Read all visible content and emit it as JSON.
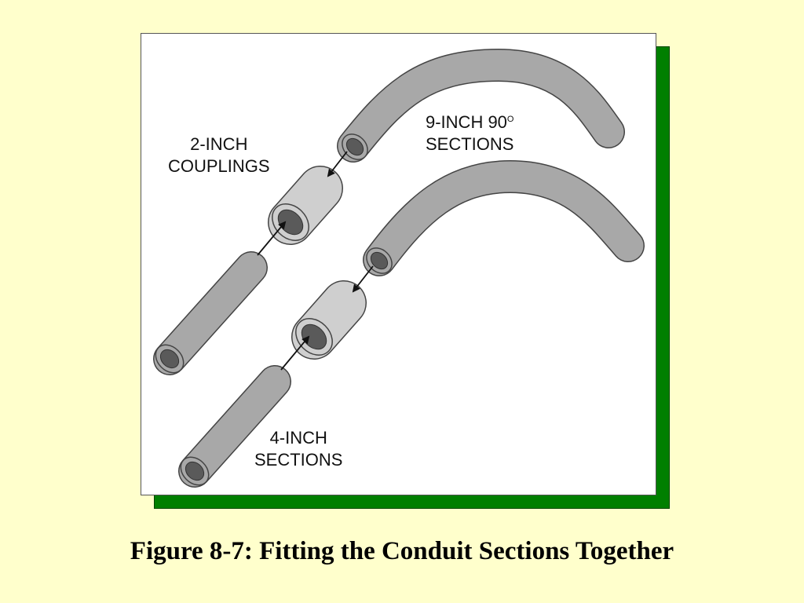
{
  "labels": {
    "bends": {
      "line1": "9-INCH 90",
      "degree": "O",
      "line2": "SECTIONS"
    },
    "couplings": {
      "line1": "2-INCH",
      "line2": "COUPLINGS"
    },
    "sections": {
      "line1": "4-INCH",
      "line2": "SECTIONS"
    }
  },
  "caption": "Figure 8-7: Fitting the Conduit Sections Together",
  "colors": {
    "background": "#ffffcc",
    "shadow": "#007f00",
    "conduit": "#a8a8a8",
    "coupling": "#cfcfcf",
    "outline": "#444444"
  }
}
